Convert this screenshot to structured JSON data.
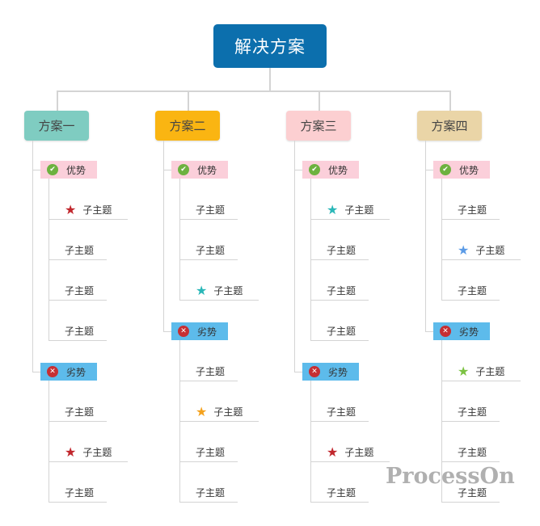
{
  "root": {
    "label": "解决方案",
    "color": "#0c6fad"
  },
  "plans": [
    {
      "label": "方案一",
      "color": "#7fccc1",
      "advantage": {
        "label": "优势",
        "topics": [
          {
            "label": "子主题",
            "star": "#c1272d"
          },
          {
            "label": "子主题"
          },
          {
            "label": "子主题"
          },
          {
            "label": "子主题"
          }
        ]
      },
      "disadvantage": {
        "label": "劣势",
        "topics": [
          {
            "label": "子主题"
          },
          {
            "label": "子主题",
            "star": "#c1272d"
          },
          {
            "label": "子主题"
          }
        ]
      }
    },
    {
      "label": "方案二",
      "color": "#fab512",
      "advantage": {
        "label": "优势",
        "topics": [
          {
            "label": "子主题"
          },
          {
            "label": "子主题"
          },
          {
            "label": "子主题",
            "star": "#2ab7b8"
          }
        ]
      },
      "disadvantage": {
        "label": "劣势",
        "topics": [
          {
            "label": "子主题"
          },
          {
            "label": "子主题",
            "star": "#f4a21e"
          },
          {
            "label": "子主题"
          },
          {
            "label": "子主题"
          }
        ]
      }
    },
    {
      "label": "方案三",
      "color": "#fccfd1",
      "advantage": {
        "label": "优势",
        "topics": [
          {
            "label": "子主题",
            "star": "#2ab7b8"
          },
          {
            "label": "子主题"
          },
          {
            "label": "子主题"
          },
          {
            "label": "子主题"
          }
        ]
      },
      "disadvantage": {
        "label": "劣势",
        "topics": [
          {
            "label": "子主题"
          },
          {
            "label": "子主题",
            "star": "#c1272d"
          },
          {
            "label": "子主题"
          }
        ]
      }
    },
    {
      "label": "方案四",
      "color": "#ead5a7",
      "advantage": {
        "label": "优势",
        "topics": [
          {
            "label": "子主题"
          },
          {
            "label": "子主题",
            "star": "#5b9be6"
          },
          {
            "label": "子主题"
          }
        ]
      },
      "disadvantage": {
        "label": "劣势",
        "topics": [
          {
            "label": "子主题",
            "star": "#7cc243"
          },
          {
            "label": "子主题"
          },
          {
            "label": "子主题"
          },
          {
            "label": "子主题"
          }
        ]
      }
    }
  ],
  "watermark": "ProcessOn"
}
